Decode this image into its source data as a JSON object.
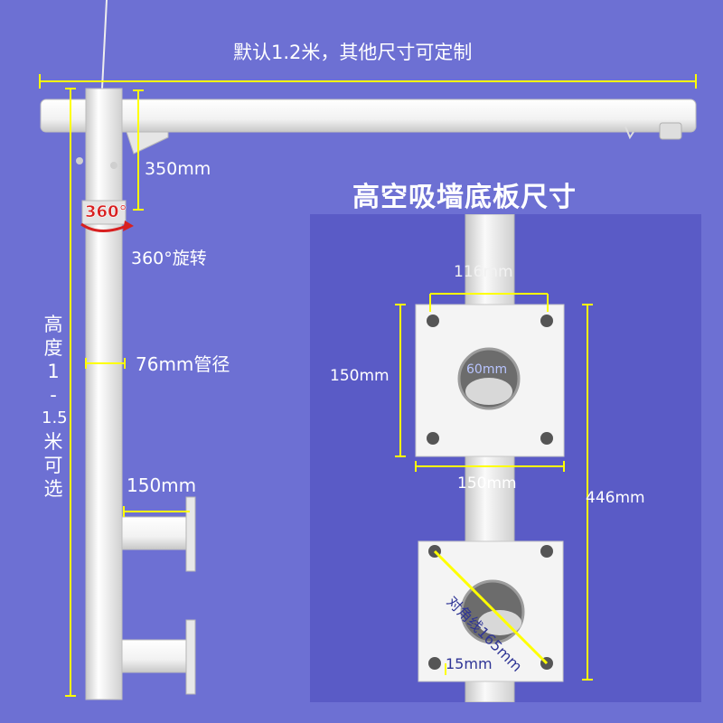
{
  "header": {
    "width_note": "默认1.2米，其他尺寸可定制"
  },
  "left": {
    "arm_len": "350mm",
    "rotate_badge": "360°",
    "rotate_text": "360°旋转",
    "height_chars": [
      "高",
      "度",
      "1",
      "-",
      "1.5",
      "米",
      "可",
      "选"
    ],
    "pipe_dia": "76mm管径",
    "flange_len": "150mm"
  },
  "panel": {
    "title": "高空吸墙底板尺寸",
    "hole_spacing": "116mm",
    "plate_height": "150mm",
    "hole_dia": "60mm",
    "plate_width": "150mm",
    "total_length": "446mm",
    "diagonal": "对角线165mm",
    "bolt_hole": "15mm"
  },
  "colors": {
    "background": "#6d70d3",
    "panel": "#5a5bc6",
    "dimension": "#ffff00",
    "pipe": "#f4f4f4"
  }
}
